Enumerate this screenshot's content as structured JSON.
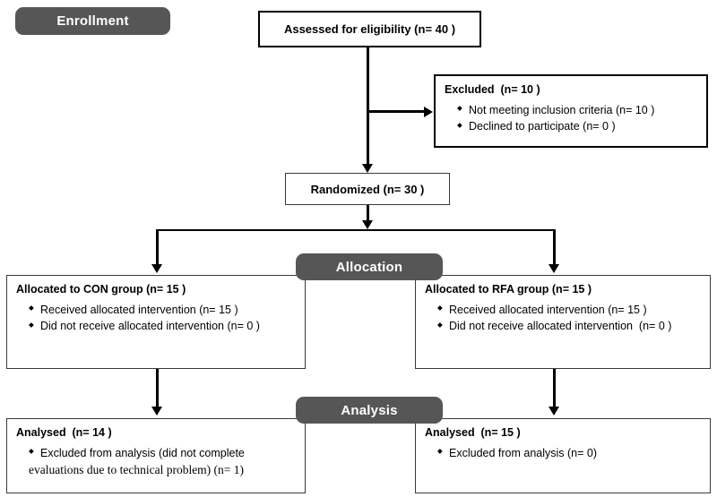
{
  "diagram": {
    "title": "CONSORT participant flow diagram",
    "colors": {
      "banner_fill": "#565656",
      "banner_text": "#ffffff",
      "box_border": "#000000",
      "box_fill": "#ffffff",
      "connector": "#000000"
    }
  },
  "stages": {
    "enrollment": "Enrollment",
    "allocation": "Allocation",
    "analysis": "Analysis"
  },
  "nodes": {
    "assessed": {
      "title": "Assessed for eligibility (n= 40 )"
    },
    "excluded": {
      "title": "Excluded  (n= 10 )",
      "bullets": [
        "Not meeting inclusion criteria (n= 10 )",
        "Declined to participate (n= 0 )"
      ]
    },
    "randomized": {
      "title": "Randomized (n= 30 )"
    },
    "allocated_con": {
      "title": "Allocated to CON group (n= 15 )",
      "bullets": [
        "Received allocated intervention (n= 15 )",
        "Did not receive allocated intervention (n= 0 )"
      ]
    },
    "allocated_rfa": {
      "title": "Allocated to RFA group (n= 15 )",
      "bullets": [
        "Received allocated intervention (n= 15 )",
        "Did not receive allocated intervention  (n= 0 )"
      ]
    },
    "analysed_con": {
      "title": "Analysed  (n= 14 )",
      "bullet_line1": "Excluded from analysis (did not complete",
      "bullet_line2": "evaluations due to technical problem) (n= 1)"
    },
    "analysed_rfa": {
      "title": "Analysed  (n= 15 )",
      "bullets": [
        "Excluded from analysis (n= 0)"
      ]
    }
  }
}
